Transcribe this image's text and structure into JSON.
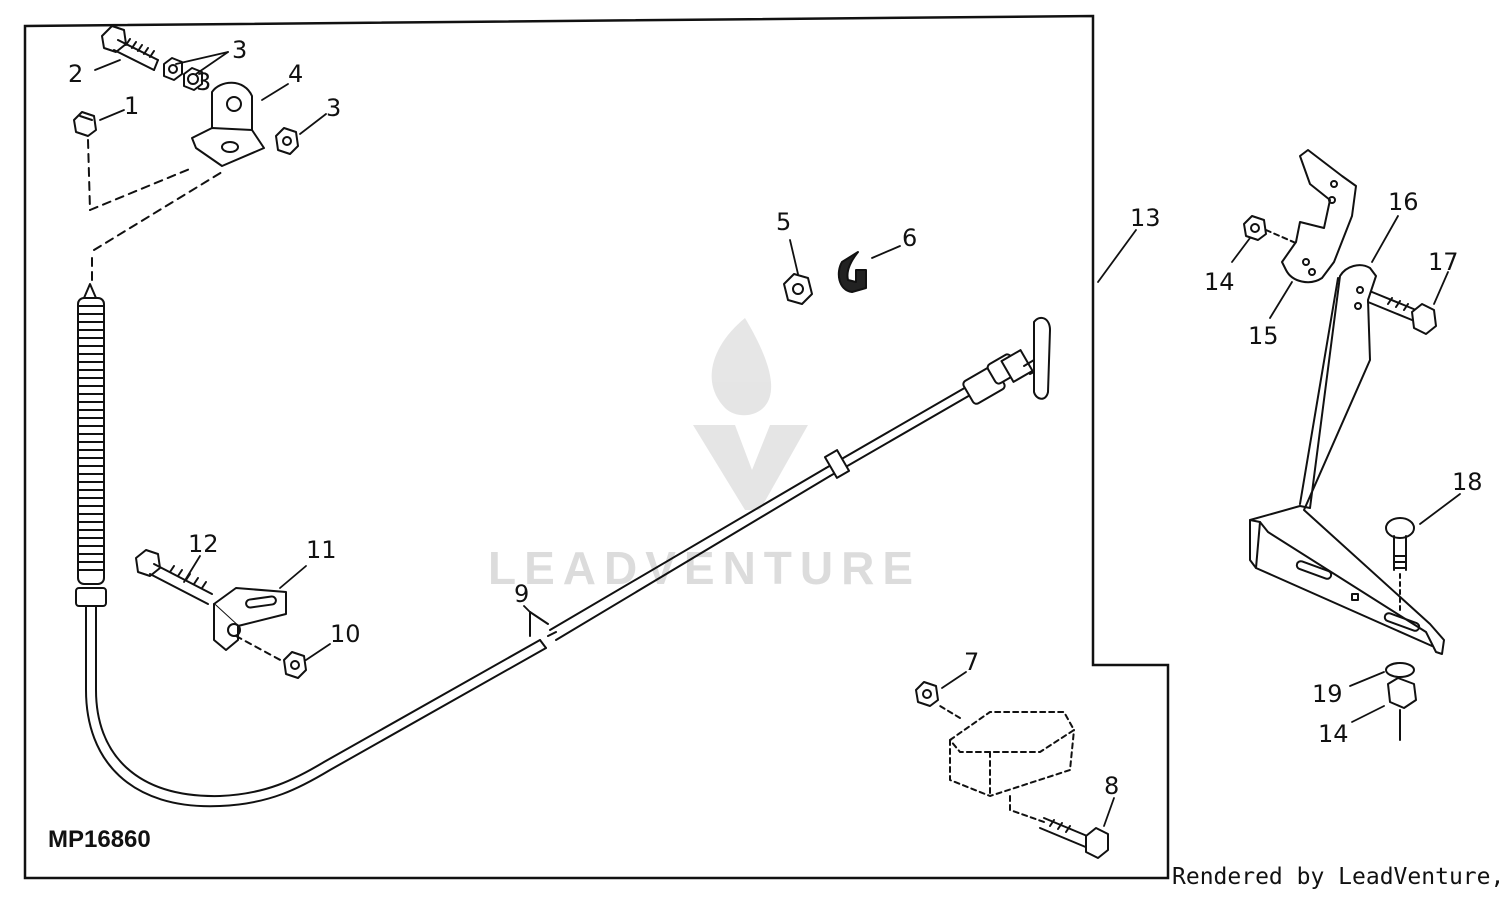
{
  "figure_id": "MP16860",
  "credit": "Rendered by LeadVenture, Inc.",
  "watermark": "LEADVENTURE",
  "callouts": [
    "1",
    "2",
    "3",
    "3",
    "4",
    "3",
    "5",
    "6",
    "7",
    "8",
    "9",
    "10",
    "11",
    "12",
    "13",
    "14",
    "14",
    "15",
    "16",
    "17",
    "18",
    "19"
  ],
  "colors": {
    "line": "#111111",
    "background": "#ffffff",
    "watermark": "#d9d9d9"
  }
}
